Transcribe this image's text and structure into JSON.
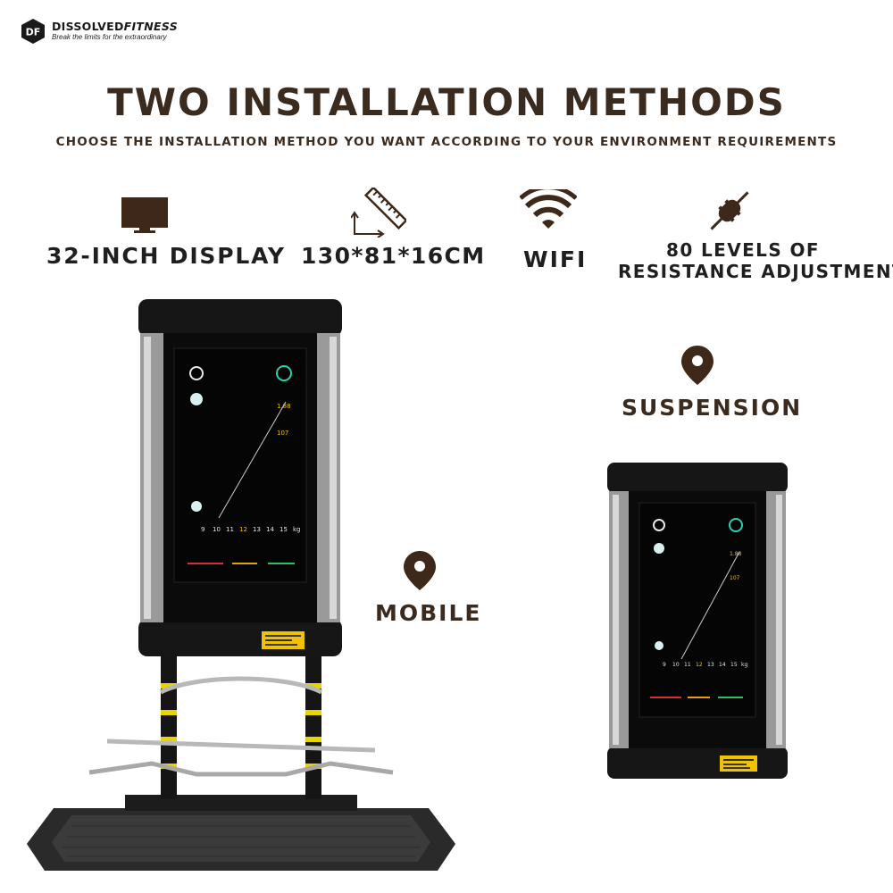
{
  "brand": {
    "name": "DISSOLVED",
    "name_suffix": "FITNESS",
    "tagline": "Break the limits for the extraordinary"
  },
  "header": {
    "title": "TWO INSTALLATION METHODS",
    "subtitle": "CHOOSE THE INSTALLATION METHOD YOU WANT ACCORDING TO YOUR ENVIRONMENT REQUIREMENTS"
  },
  "features": [
    {
      "icon": "monitor-icon",
      "label": "32-INCH DISPLAY"
    },
    {
      "icon": "ruler-icon",
      "label": "130*81*16CM"
    },
    {
      "icon": "wifi-icon",
      "label": "WIFI"
    },
    {
      "icon": "resistance-icon",
      "label_line1": "80 LEVELS OF",
      "label_line2": "RESISTANCE ADJUSTMENT"
    }
  ],
  "methods": {
    "suspension": {
      "icon": "location-pin-icon",
      "label": "SUSPENSION"
    },
    "mobile": {
      "icon": "location-pin-icon",
      "label": "MOBILE"
    }
  },
  "screen": {
    "stat1": "1.88",
    "stat2": "107",
    "weights": [
      "9",
      "10",
      "11",
      "12",
      "13",
      "14",
      "15"
    ],
    "unit": "kg"
  },
  "colors": {
    "heading": "#3b2b1f",
    "icon": "#3d281a",
    "accent_yellow": "#f2c200",
    "frame": "#111111"
  }
}
